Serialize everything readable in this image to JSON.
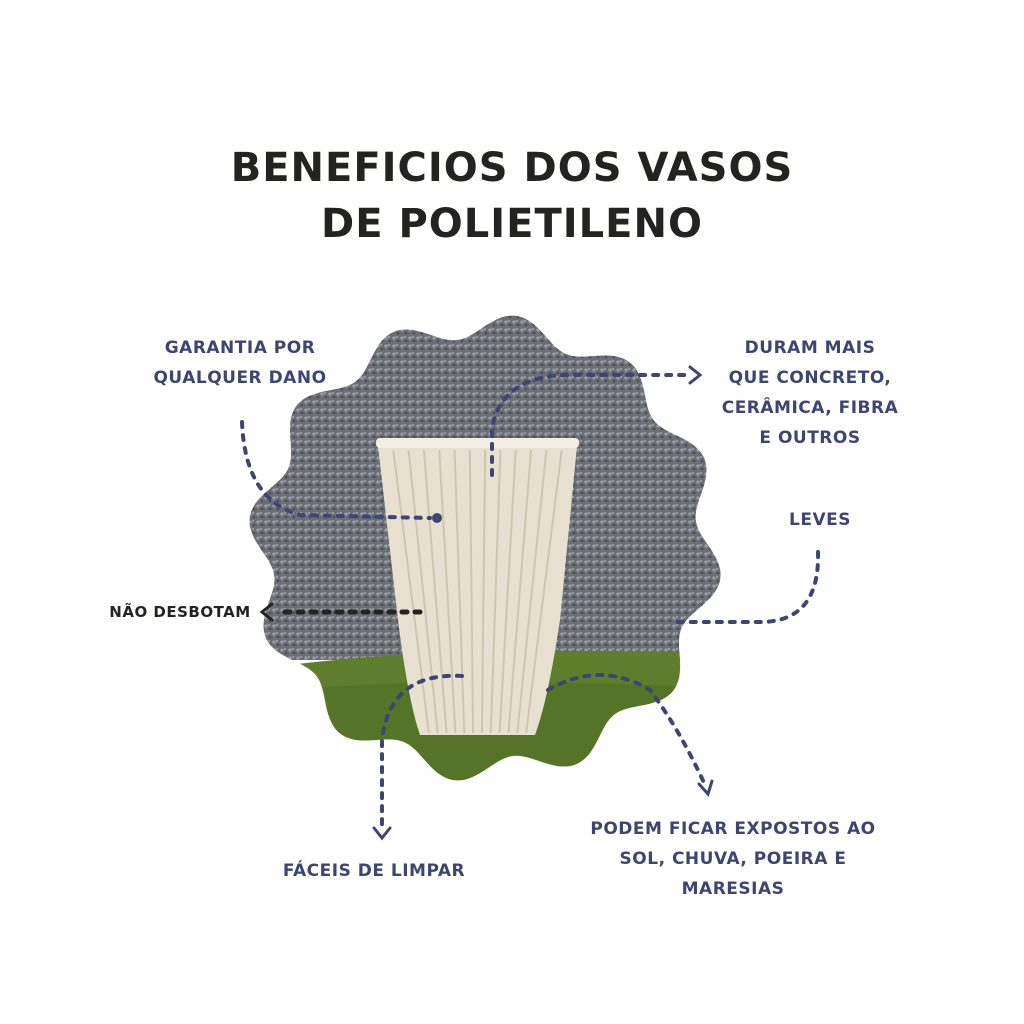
{
  "title": {
    "line1": "BENEFICIOS DOS VASOS",
    "line2": "DE POLIETILENO"
  },
  "colors": {
    "label": "#3e4571",
    "dark_label": "#23231f",
    "wall": "#6d7177",
    "grass": "#5f7d2d",
    "vase": "#e8e1d1"
  },
  "benefits": {
    "garantia": {
      "line1": "GARANTIA POR",
      "line2": "QUALQUER DANO"
    },
    "duram": {
      "line1": "DURAM MAIS",
      "line2": "QUE CONCRETO,",
      "line3": "CERÂMICA, FIBRA",
      "line4": "E OUTROS"
    },
    "leves": {
      "line1": "LEVES"
    },
    "nao_desbotam": {
      "line1": "NÃO DESBOTAM"
    },
    "faceis": {
      "line1": "FÁCEIS DE LIMPAR"
    },
    "expostos": {
      "line1": "PODEM FICAR EXPOSTOS AO",
      "line2": "SOL, CHUVA, POEIRA E",
      "line3": "MARESIAS"
    }
  }
}
